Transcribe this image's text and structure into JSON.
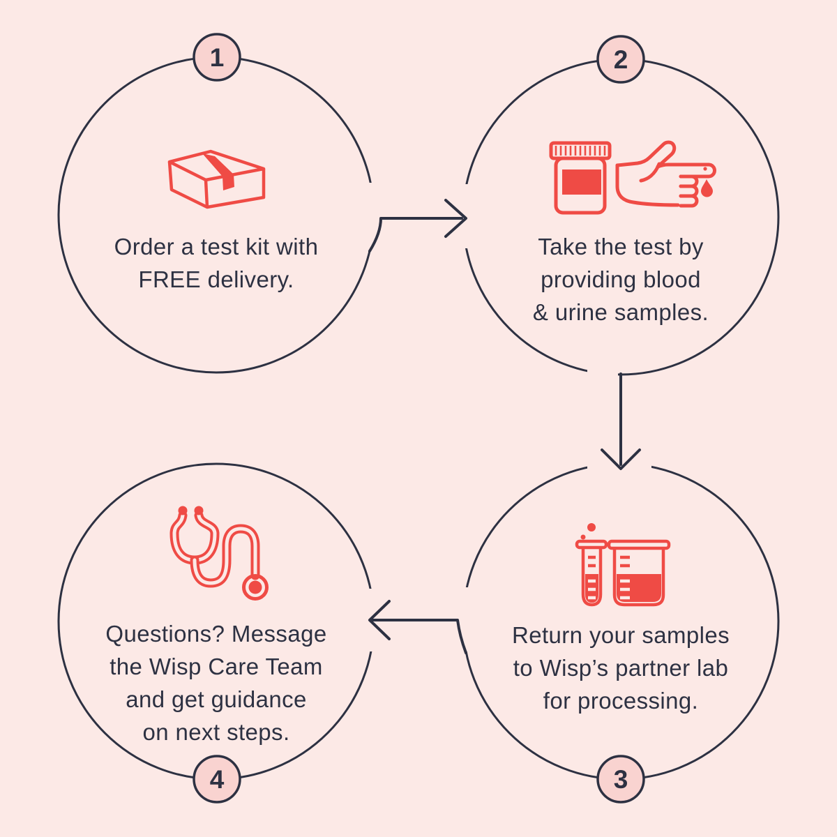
{
  "colors": {
    "background": "#fce9e6",
    "badge_fill": "#f9d3d0",
    "accent_coral": "#ef4b45",
    "ink_navy": "#2d3142"
  },
  "steps": [
    {
      "number": "1",
      "icon": "package-box-icon",
      "lines": [
        "Order a test kit with",
        "FREE delivery."
      ]
    },
    {
      "number": "2",
      "icon": "specimen-cup-and-finger-prick-icon",
      "lines": [
        "Take the test by",
        "providing blood",
        "& urine samples."
      ]
    },
    {
      "number": "3",
      "icon": "test-tube-and-beaker-icon",
      "lines": [
        "Return your samples",
        "to Wisp’s partner lab",
        "for processing."
      ]
    },
    {
      "number": "4",
      "icon": "stethoscope-icon",
      "lines": [
        "Questions? Message",
        "the Wisp Care Team",
        "and get guidance",
        "on next steps."
      ]
    }
  ],
  "arrows": [
    {
      "name": "step1-to-step2",
      "direction": "right"
    },
    {
      "name": "step2-to-step3",
      "direction": "down"
    },
    {
      "name": "step3-to-step4",
      "direction": "left"
    }
  ]
}
